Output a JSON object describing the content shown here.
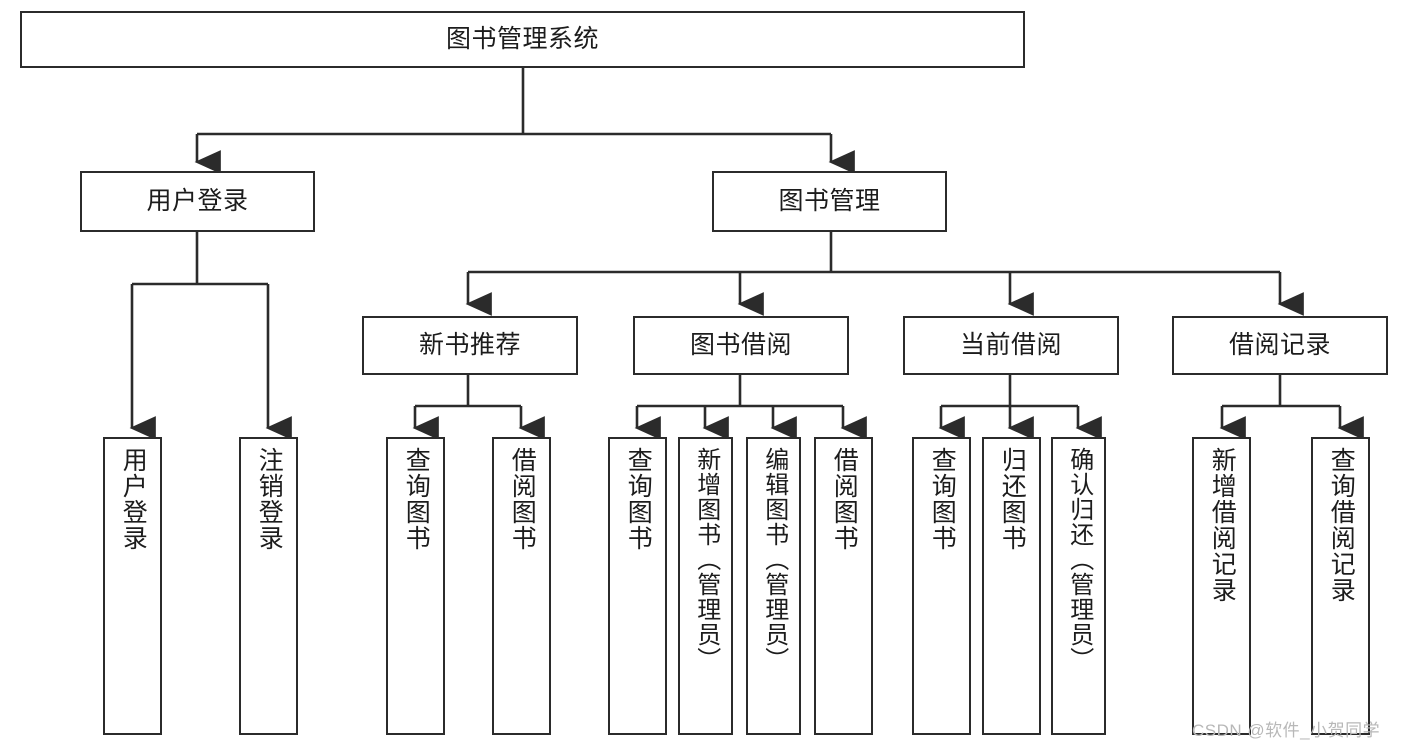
{
  "diagram": {
    "title": "图书管理系统",
    "type": "tree-hierarchy-diagram",
    "orientation": "top-down",
    "colors": {
      "background": "#ffffff",
      "node_border": "#2b2b2b",
      "node_fill": "#ffffff",
      "edge": "#2b2b2b",
      "text": "#1c1c1c",
      "watermark": "#b8b8b8"
    }
  },
  "root": {
    "label": "图书管理系统"
  },
  "level2": [
    {
      "label": "用户登录"
    },
    {
      "label": "图书管理"
    }
  ],
  "level3": [
    {
      "label": "新书推荐"
    },
    {
      "label": "图书借阅"
    },
    {
      "label": "当前借阅"
    },
    {
      "label": "借阅记录"
    }
  ],
  "leaves": {
    "user_login": [
      {
        "label": "用户登录"
      },
      {
        "label": "注销登录"
      }
    ],
    "new_book_recommend": [
      {
        "label": "查询图书"
      },
      {
        "label": "借阅图书"
      }
    ],
    "book_borrow": [
      {
        "label": "查询图书"
      },
      {
        "label": "新增图书（管理员）"
      },
      {
        "label": "编辑图书（管理员）"
      },
      {
        "label": "借阅图书"
      }
    ],
    "current_borrow": [
      {
        "label": "查询图书"
      },
      {
        "label": "归还图书"
      },
      {
        "label": "确认归还（管理员）"
      }
    ],
    "borrow_record": [
      {
        "label": "新增借阅记录"
      },
      {
        "label": "查询借阅记录"
      }
    ]
  },
  "watermark": {
    "text": "CSDN @软件_小贺同学"
  }
}
